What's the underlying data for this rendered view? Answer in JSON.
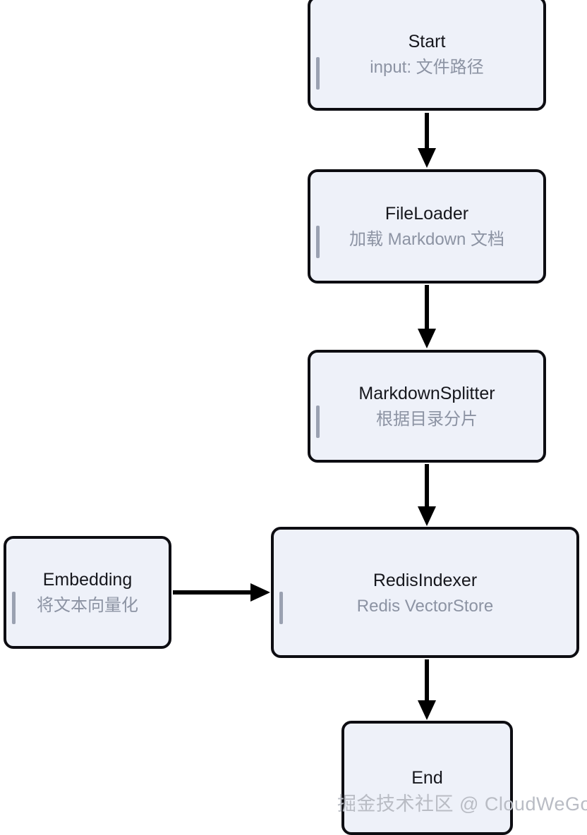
{
  "diagram": {
    "type": "flowchart",
    "orientation": "top-to-bottom",
    "background_color": "#ffffff",
    "node_fill_color": "#eef1f9",
    "node_border_color": "#0d0d12",
    "title_color": "#16171d",
    "subtitle_color": "#8c93a3",
    "accent_bar_color": "#9aa1b1",
    "nodes": [
      {
        "id": "start",
        "title": "Start",
        "subtitle": "input: 文件路径"
      },
      {
        "id": "fileloader",
        "title": "FileLoader",
        "subtitle": "加载 Markdown 文档"
      },
      {
        "id": "splitter",
        "title": "MarkdownSplitter",
        "subtitle": "根据目录分片"
      },
      {
        "id": "redisindexer",
        "title": "RedisIndexer",
        "subtitle": "Redis VectorStore"
      },
      {
        "id": "embedding",
        "title": "Embedding",
        "subtitle": "将文本向量化"
      },
      {
        "id": "end",
        "title": "End",
        "subtitle": ""
      }
    ],
    "edges": [
      {
        "from": "start",
        "to": "fileloader",
        "direction": "down"
      },
      {
        "from": "fileloader",
        "to": "splitter",
        "direction": "down"
      },
      {
        "from": "splitter",
        "to": "redisindexer",
        "direction": "down"
      },
      {
        "from": "embedding",
        "to": "redisindexer",
        "direction": "right"
      },
      {
        "from": "redisindexer",
        "to": "end",
        "direction": "down"
      }
    ],
    "watermark": "掘金技术社区 @ CloudWeGo"
  }
}
